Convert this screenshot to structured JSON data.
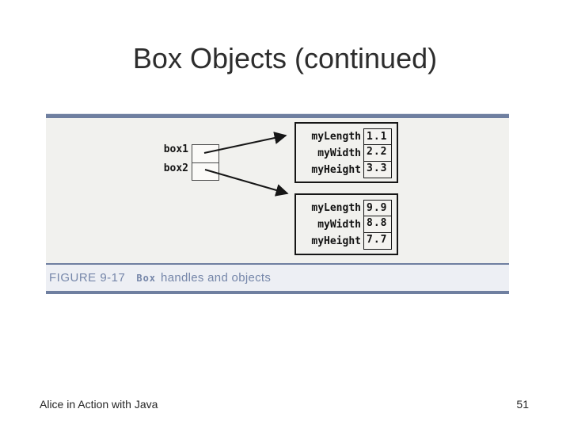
{
  "slide": {
    "title": "Box Objects (continued)",
    "footer": {
      "left": "Alice in Action with Java",
      "page_number": "51"
    }
  },
  "figure": {
    "caption": {
      "label": "FIGURE 9-17",
      "code_word": "Box",
      "rest": "handles and objects"
    },
    "handles": [
      {
        "label": "box1"
      },
      {
        "label": "box2"
      }
    ],
    "objects": [
      {
        "fields": [
          {
            "name": "myLength",
            "value": "1.1"
          },
          {
            "name": "myWidth",
            "value": "2.2"
          },
          {
            "name": "myHeight",
            "value": "3.3"
          }
        ]
      },
      {
        "fields": [
          {
            "name": "myLength",
            "value": "9.9"
          },
          {
            "name": "myWidth",
            "value": "8.8"
          },
          {
            "name": "myHeight",
            "value": "7.7"
          }
        ]
      }
    ],
    "colors": {
      "accent_bar": "#6f7fa0",
      "caption_text": "#7586a9",
      "figure_bg": "#f1f1ee",
      "caption_bg": "#edeff4"
    }
  }
}
